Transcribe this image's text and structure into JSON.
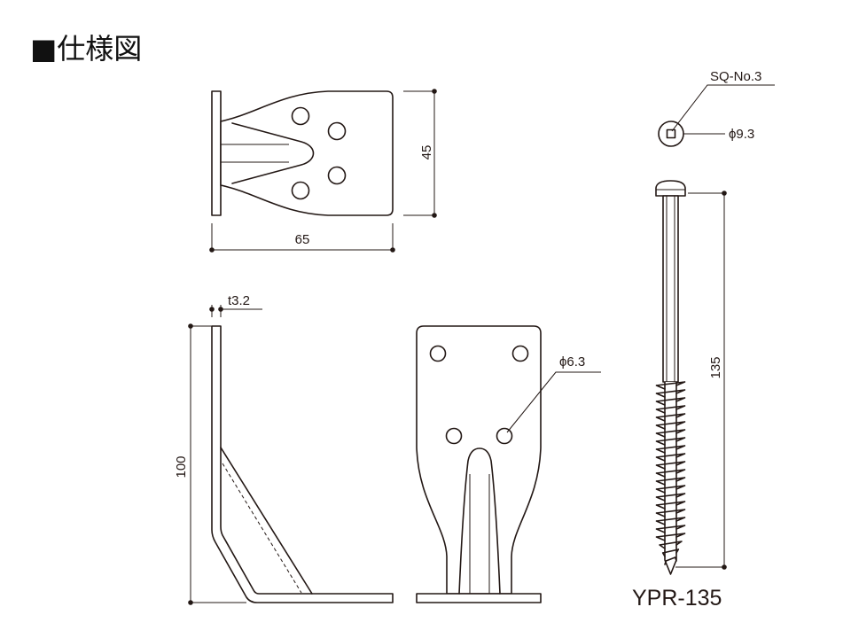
{
  "title": "■仕様図",
  "dimensions": {
    "top_height": "45",
    "top_width": "65",
    "thickness": "t3.2",
    "side_height": "100",
    "hole_diameter": "ϕ6.3",
    "screw_drive": "SQ-No.3",
    "screw_head_diameter": "ϕ9.3",
    "screw_length": "135"
  },
  "product": {
    "model": "YPR-135"
  },
  "colors": {
    "line": "#231815",
    "background": "#ffffff"
  }
}
